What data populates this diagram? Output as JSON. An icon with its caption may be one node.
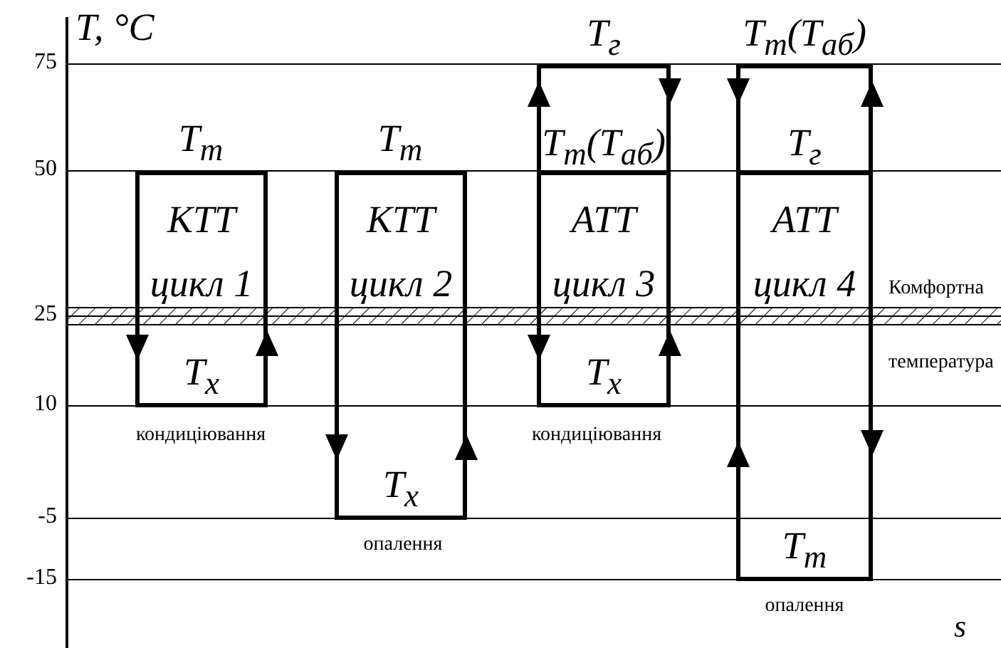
{
  "diagram": {
    "nodes": [
      {
        "text": [
          "КТТ цикл 1",
          "T$_{x}$"
        ],
        "beside": [
          "T$_{m}$",
          "кондиціювання"
        ]
      },
      {
        "text": [
          "КТТ цикл 2",
          "T$_{x}$"
        ],
        "beside": [
          "T$_{m}$",
          "опалення"
        ]
      },
      {
        "text": [
          "T$_{m}$(T$_{аб}$)",
          "АТТ цикл 3",
          "T$_{x}$"
        ],
        "beside": [
          "T$_{г}$",
          "кондиціювання"
        ]
      },
      {
        "text": [
          "T$_{г}$",
          "АТТ цикл 4",
          "T$_{m}$"
        ],
        "beside": [
          "T$_{m}$(T$_{аб}$)",
          "опалення"
        ]
      }
    ],
    "labels": [
      "T, °C",
      "75",
      "50",
      "25",
      "10",
      "-5",
      "-15",
      "Комфортна температура",
      "s"
    ]
  }
}
